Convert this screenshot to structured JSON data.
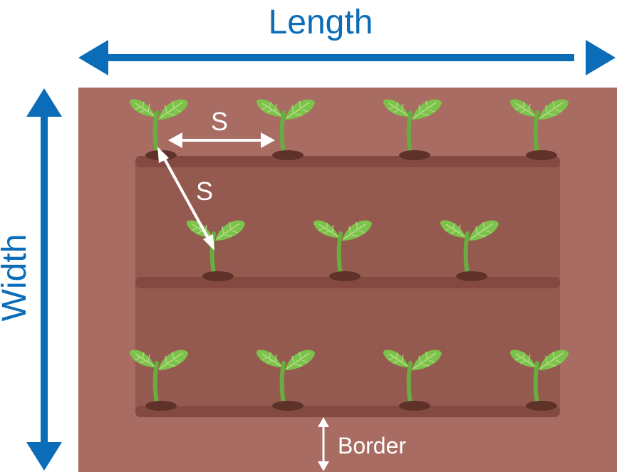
{
  "labels": {
    "length": "Length",
    "width": "Width",
    "spacing_horizontal": "S",
    "spacing_diagonal": "S",
    "border": "Border"
  },
  "colors": {
    "dimension_arrow": "#0b6cb8",
    "field_soil": "#a86c62",
    "bed_soil": "#955a4f",
    "bed_ridge": "#844a41",
    "seedling_leaf": "#7dc24b",
    "seedling_vein": "#b5de8c",
    "seedling_stem": "#68ad3e",
    "soil_mound": "#5e3129",
    "spacing_arrow": "#ffffff"
  },
  "icons": {
    "seedling": "seedling-icon"
  },
  "layout_description": {
    "rows": 3,
    "plants_per_row": [
      4,
      3,
      4
    ],
    "arrangement": "staggered"
  }
}
